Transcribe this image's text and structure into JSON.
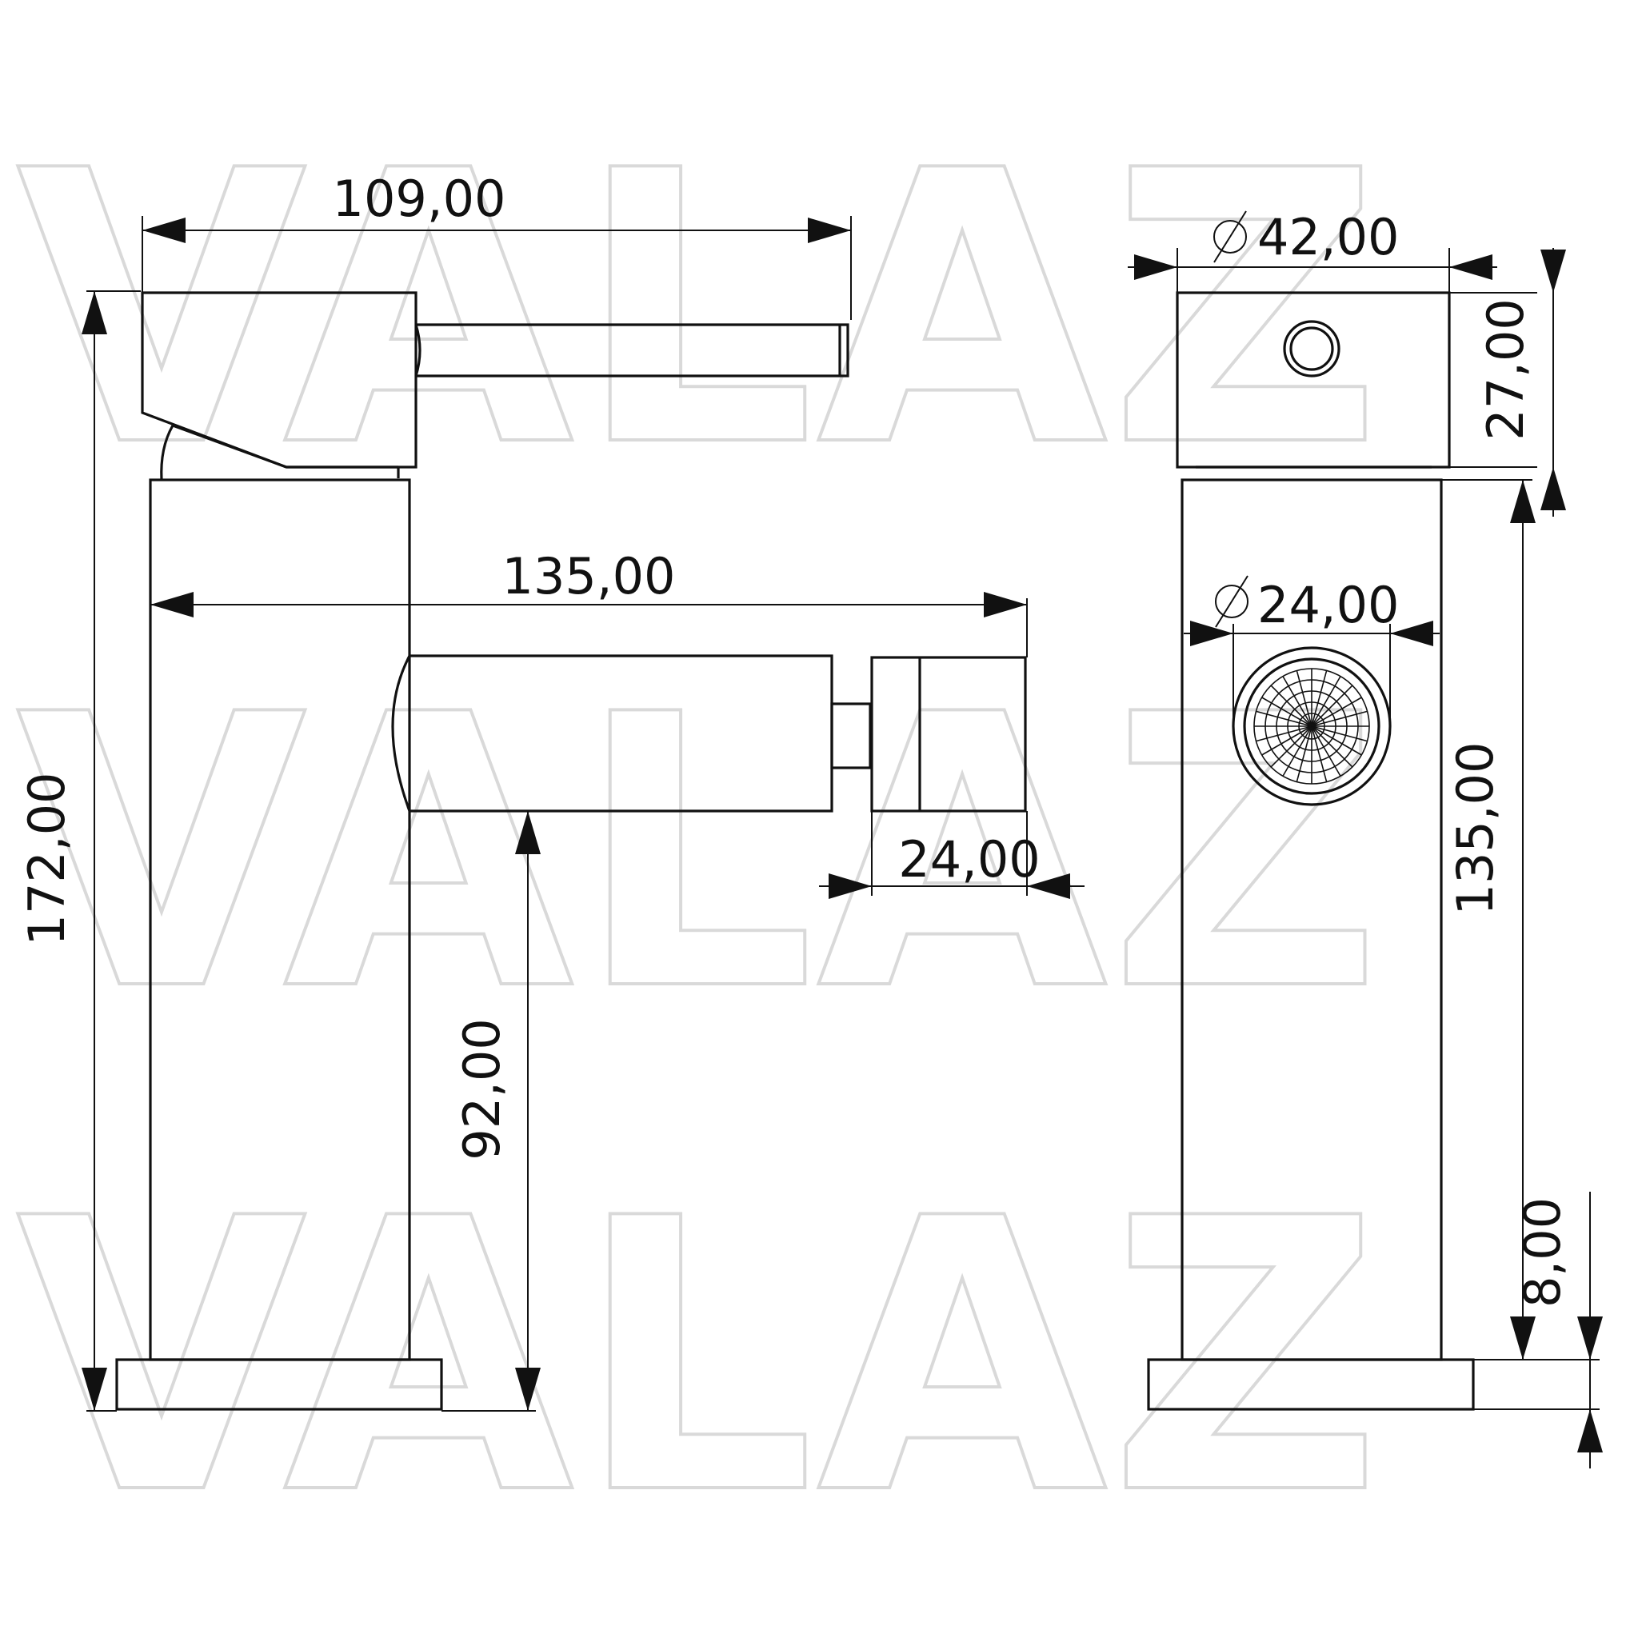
{
  "watermark": {
    "text": "VALAZ",
    "color": "#d9d9d9"
  },
  "colors": {
    "line": "#111111",
    "background": "#ffffff"
  },
  "dimensions": {
    "handle_length": "109,00",
    "total_height": "172,00",
    "spout_reach": "135,00",
    "spout_height": "92,00",
    "nozzle_width": "24,00",
    "body_diameter": "42,00",
    "handle_height": "27,00",
    "body_height": "135,00",
    "outlet_diameter": "24,00",
    "base_height": "8,00"
  },
  "symbols": {
    "diameter": "diameter-symbol-icon"
  }
}
